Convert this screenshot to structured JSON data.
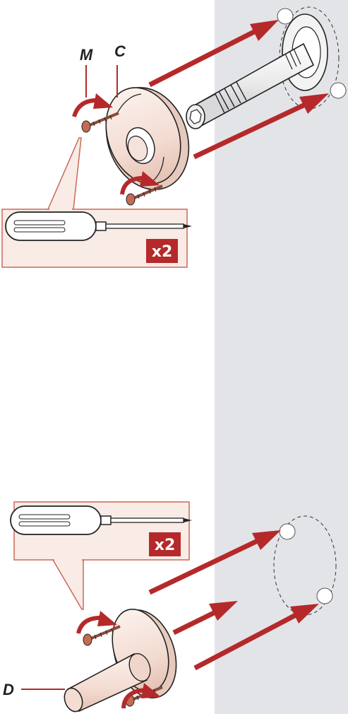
{
  "labels": {
    "m": "M",
    "c": "C",
    "d": "D",
    "qty_top": "x2",
    "qty_bottom": "x2"
  },
  "colors": {
    "wall": "#e3e4e8",
    "arrow": "#b5292a",
    "callout_fill": "#f9ebe5",
    "callout_border": "#c86a58",
    "badge": "#b5292a",
    "part_fill": "#f6e4dc",
    "outline": "#2a2a2a"
  },
  "icons": {
    "tool": "screwdriver-icon",
    "fastener": "screw-icon",
    "rotation": "rotate-arrow-icon",
    "direction": "insert-arrow-icon",
    "hole": "wall-hole-icon"
  }
}
